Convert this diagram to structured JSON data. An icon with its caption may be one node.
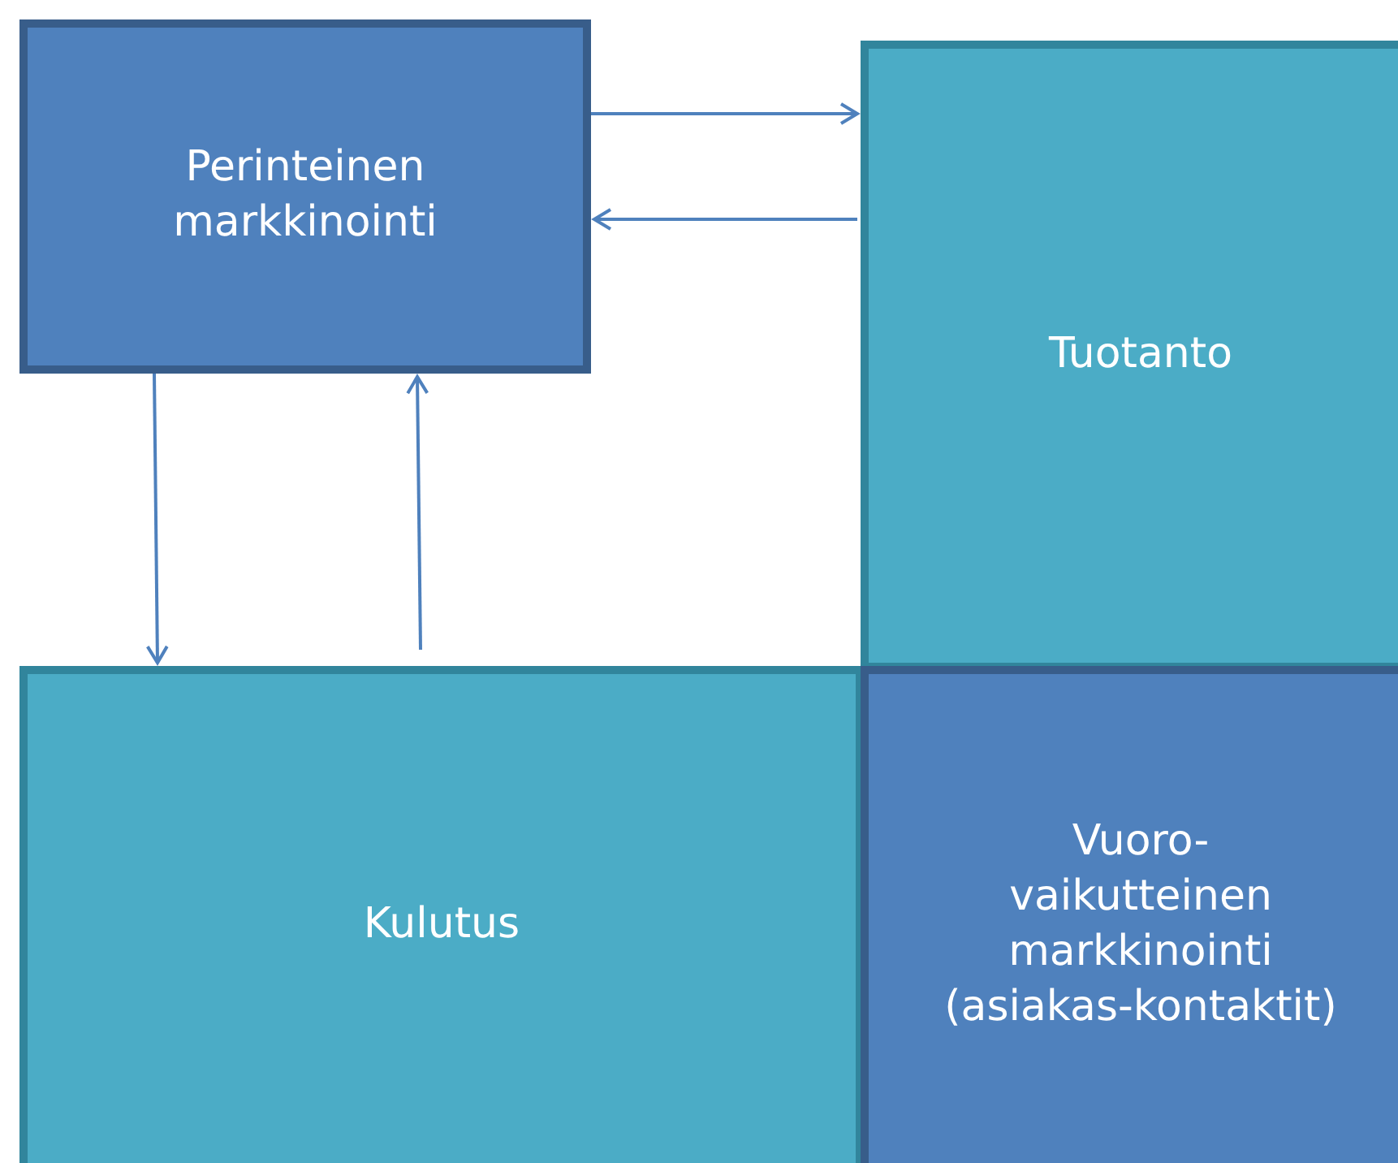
{
  "diagram": {
    "nodes": [
      {
        "text": [
          "Perinteinen markkinointi"
        ]
      },
      {
        "text": [
          "Tuotanto"
        ]
      },
      {
        "text": [
          "Kulutus"
        ]
      },
      {
        "text": [
          "Vuoro- vaikutteinen markkinointi (asiakas-kontaktit)"
        ]
      }
    ],
    "edges": [
      {
        "from": 0,
        "to": 1,
        "arrow": "to"
      },
      {
        "from": 1,
        "to": 0,
        "arrow": "to"
      },
      {
        "from": 0,
        "to": 2,
        "arrow": "to"
      },
      {
        "from": 2,
        "to": 0,
        "arrow": "to"
      }
    ]
  }
}
